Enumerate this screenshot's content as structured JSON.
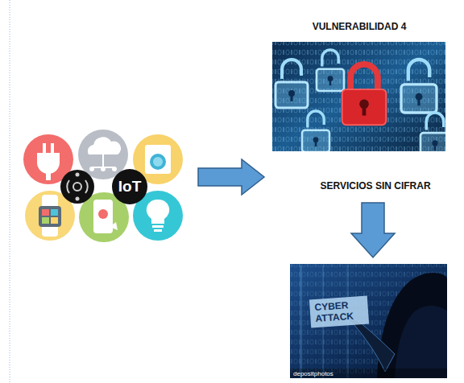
{
  "diagram": {
    "nodes": [
      {
        "text": [
          "IoT"
        ]
      },
      {
        "text": [
          "VULNERABILIDAD 4",
          "SERVICIOS SIN CIFRAR"
        ]
      },
      {
        "text": [
          "CYBER ATTACK"
        ]
      }
    ],
    "edges": [
      {
        "from": 0,
        "to": 1,
        "arrow": "to"
      },
      {
        "from": 1,
        "to": 2,
        "arrow": "to"
      }
    ],
    "labels": [
      "depositphotos"
    ]
  }
}
